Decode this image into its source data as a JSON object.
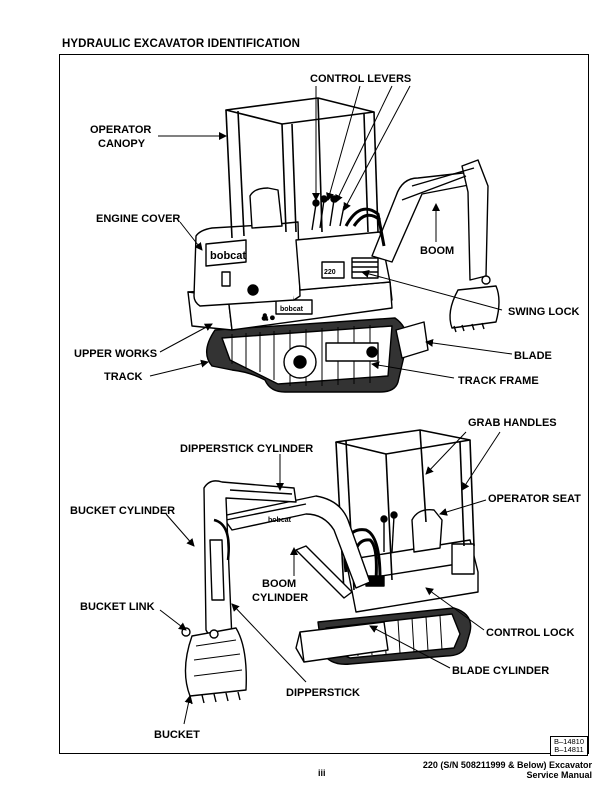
{
  "page": {
    "title": "HYDRAULIC EXCAVATOR IDENTIFICATION",
    "page_number": "iii",
    "footer_model": "220 (S/N 508211999 & Below) Excavator",
    "footer_manual": "Service Manual",
    "figure_refs": [
      "B–14810",
      "B–14811"
    ]
  },
  "top_view": {
    "brand": "bobcat",
    "model_badge": "220",
    "labels": {
      "control_levers": "CONTROL LEVERS",
      "operator_canopy_1": "OPERATOR",
      "operator_canopy_2": "CANOPY",
      "engine_cover": "ENGINE COVER",
      "boom": "BOOM",
      "swing_lock": "SWING LOCK",
      "upper_works": "UPPER WORKS",
      "blade": "BLADE",
      "track": "TRACK",
      "track_frame": "TRACK FRAME"
    }
  },
  "bottom_view": {
    "brand": "bobcat",
    "labels": {
      "grab_handles": "GRAB HANDLES",
      "dipperstick_cylinder": "DIPPERSTICK CYLINDER",
      "operator_seat": "OPERATOR SEAT",
      "bucket_cylinder": "BUCKET CYLINDER",
      "boom_cylinder_1": "BOOM",
      "boom_cylinder_2": "CYLINDER",
      "bucket_link": "BUCKET LINK",
      "control_lock": "CONTROL LOCK",
      "blade_cylinder": "BLADE CYLINDER",
      "dipperstick": "DIPPERSTICK",
      "bucket": "BUCKET"
    }
  }
}
